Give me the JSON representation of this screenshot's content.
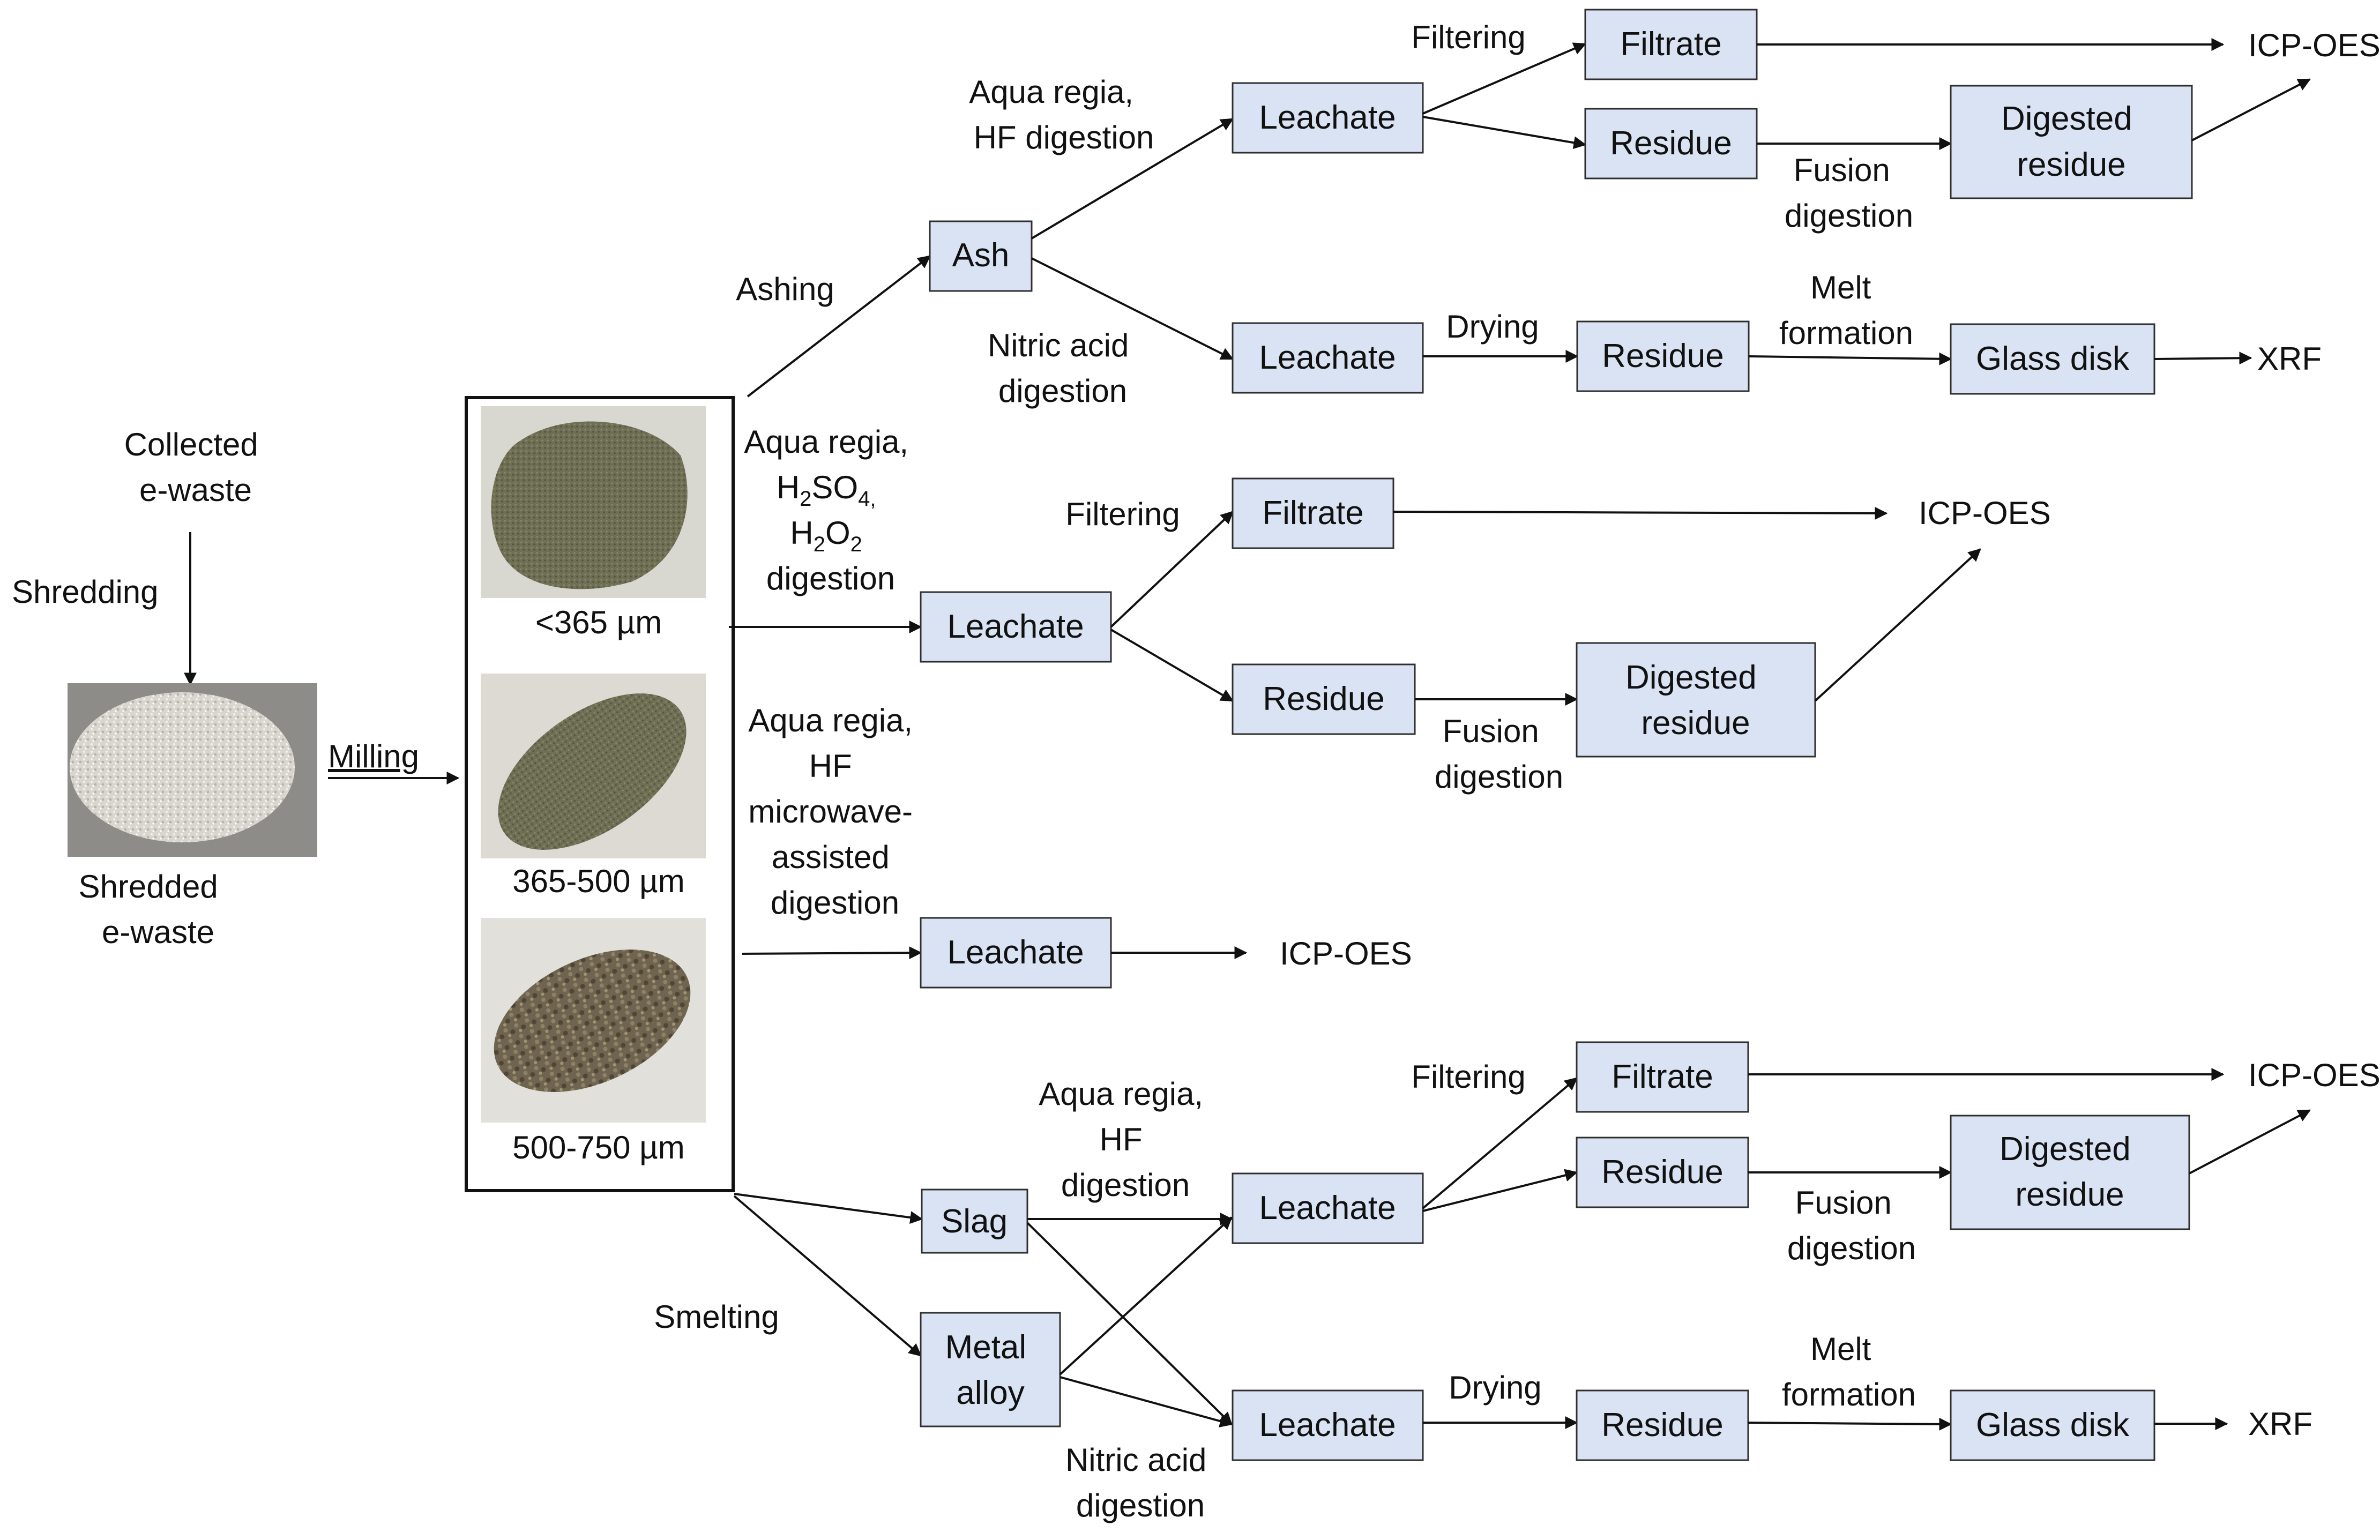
{
  "colors": {
    "box_fill": "#dae3f3",
    "box_stroke": "#2f2f2f",
    "line": "#111111"
  },
  "source": {
    "top": "Collected",
    "bottom": "e-waste"
  },
  "steps": {
    "shredding": "Shredding",
    "shredded": {
      "line1": "Shredded",
      "line2": "e-waste"
    },
    "milling": "Milling"
  },
  "fractions": [
    "<365 µm",
    "365-500 µm",
    "500-750 µm"
  ],
  "branch1": {
    "ashing": "Ashing",
    "ash": "Ash",
    "aqua_hf": {
      "line1": "Aqua regia,",
      "line2": "HF digestion"
    },
    "nitric": {
      "line1": "Nitric acid",
      "line2": "digestion"
    },
    "leachate_a": "Leachate",
    "leachate_b": "Leachate",
    "filtering": "Filtering",
    "filtrate": "Filtrate",
    "residue_a": "Residue",
    "fusion": {
      "line1": "Fusion",
      "line2": "digestion"
    },
    "digested": {
      "line1": "Digested",
      "line2": "residue"
    },
    "icp": "ICP-OES",
    "drying": "Drying",
    "residue_b": "Residue",
    "melt": {
      "line1": "Melt",
      "line2": "formation"
    },
    "glass": "Glass disk",
    "xrf": "XRF"
  },
  "branch2": {
    "label": {
      "line1": "Aqua regia,",
      "h2so4": "H2SO4,",
      "h2o2": "H2O2",
      "line4": "digestion"
    },
    "leachate": "Leachate",
    "filtering": "Filtering",
    "filtrate": "Filtrate",
    "icp": "ICP-OES",
    "residue": "Residue",
    "fusion": {
      "line1": "Fusion",
      "line2": "digestion"
    },
    "digested": {
      "line1": "Digested",
      "line2": "residue"
    }
  },
  "branch3": {
    "label": {
      "line1": "Aqua regia,",
      "line2": "HF",
      "line3": "microwave-",
      "line4": "assisted",
      "line5": "digestion"
    },
    "leachate": "Leachate",
    "icp": "ICP-OES"
  },
  "branch4": {
    "smelting": "Smelting",
    "slag": "Slag",
    "metal": {
      "line1": "Metal",
      "line2": "alloy"
    },
    "aqua_hf": {
      "line1": "Aqua regia,",
      "line2": "HF",
      "line3": "digestion"
    },
    "nitric": {
      "line1": "Nitric acid",
      "line2": "digestion"
    },
    "leachate_a": "Leachate",
    "leachate_b": "Leachate",
    "filtering": "Filtering",
    "filtrate": "Filtrate",
    "residue_a": "Residue",
    "fusion": {
      "line1": "Fusion",
      "line2": "digestion"
    },
    "digested": {
      "line1": "Digested",
      "line2": "residue"
    },
    "icp": "ICP-OES",
    "drying": "Drying",
    "residue_b": "Residue",
    "melt": {
      "line1": "Melt",
      "line2": "formation"
    },
    "glass": "Glass disk",
    "xrf": "XRF"
  }
}
